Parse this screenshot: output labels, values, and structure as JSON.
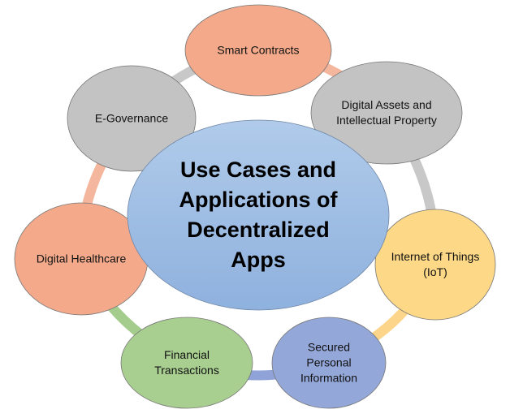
{
  "center": {
    "title": "Use Cases and Applications of Decentralized Apps",
    "color": "#9dbde3"
  },
  "nodes": [
    {
      "label": "Smart Contracts",
      "color": "#f3a98a"
    },
    {
      "label": "Digital Assets and Intellectual Property",
      "color": "#c3c3c3"
    },
    {
      "label": "Internet of Things (IoT)",
      "color": "#fdd886"
    },
    {
      "label": "Secured Personal Information",
      "color": "#93a7d9"
    },
    {
      "label": "Financial Transactions",
      "color": "#a8ce90"
    },
    {
      "label": "Digital Healthcare",
      "color": "#f3a98a"
    },
    {
      "label": "E-Governance",
      "color": "#c3c3c3"
    }
  ],
  "connectors": [
    "#f4b69c",
    "#c8c8c8",
    "#fdd58a",
    "#8fa3d8",
    "#a4cc8c",
    "#f4b69c",
    "#c8c8c8"
  ]
}
